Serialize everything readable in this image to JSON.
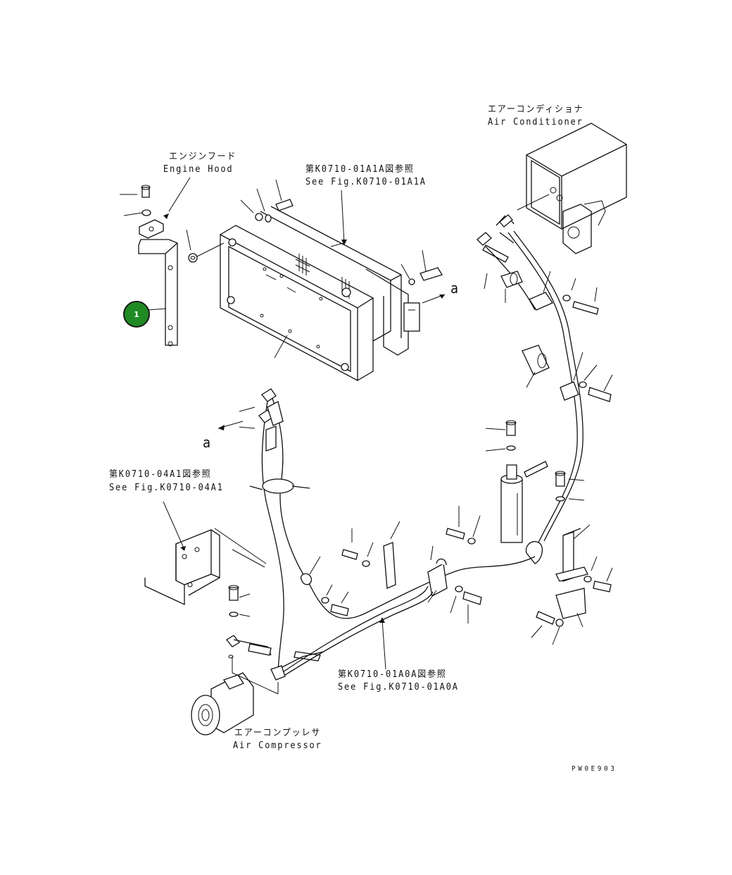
{
  "labels": {
    "air_conditioner_jp": "エアーコンディショナ",
    "air_conditioner_en": "Air Conditioner",
    "engine_hood_jp": "エンジンフード",
    "engine_hood_en": "Engine Hood",
    "ref_a1a_jp": "第K0710-01A1A図参照",
    "ref_a1a_en": "See Fig.K0710-01A1A",
    "ref_04a1_jp": "第K0710-04A1図参照",
    "ref_04a1_en": "See Fig.K0710-04A1",
    "ref_a0a_jp": "第K0710-01A0A図参照",
    "ref_a0a_en": "See Fig.K0710-01A0A",
    "air_compressor_jp": "エアーコンプッレサ",
    "air_compressor_en": "Air Compressor",
    "marker_a_right": "a",
    "marker_a_left": "a",
    "drawing_code": "PW0E903"
  },
  "callouts": [
    {
      "number": "1",
      "color": "#1f8a24"
    }
  ]
}
